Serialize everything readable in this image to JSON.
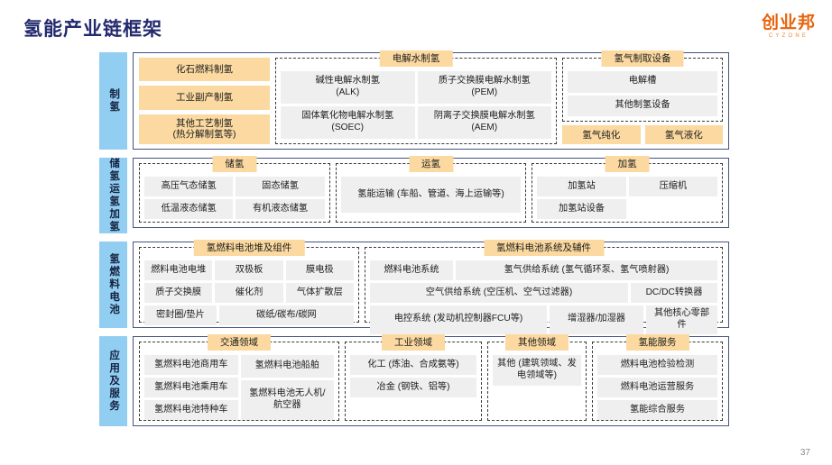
{
  "header": {
    "title": "氢能产业链框架",
    "logo_cn": "创业邦",
    "logo_en": "CYZONE",
    "page_number": "37",
    "title_color": "#232a6d",
    "logo_color": "#e8640c"
  },
  "palette": {
    "band_blue": "#92cdf2",
    "title_tag_orange": "#fbd9a0",
    "cell_gray": "#efeff0",
    "frame_border": "#44547f"
  },
  "rows": [
    {
      "label": "制氢",
      "left_chips": [
        "化石燃料制氢",
        "工业副产制氢",
        "其他工艺制氢\n(热分解制氢等)"
      ],
      "groups": [
        {
          "title": "电解水制氢",
          "cells": [
            "碱性电解水制氢\n(ALK)",
            "质子交换膜电解水制氢\n(PEM)",
            "固体氧化物电解水制氢\n(SOEC)",
            "阴离子交换膜电解水制氢\n(AEM)"
          ]
        },
        {
          "title": "氢气制取设备",
          "cells": [
            "电解槽",
            "其他制氢设备"
          ],
          "bottom_chips": [
            "氢气纯化",
            "氢气液化"
          ]
        }
      ]
    },
    {
      "label": "储氢运氢加氢",
      "groups": [
        {
          "title": "储氢",
          "cells": [
            "高压气态储氢",
            "固态储氢",
            "低温液态储氢",
            "有机液态储氢"
          ]
        },
        {
          "title": "运氢",
          "cells": [
            "氢能运输 (车船、管道、海上运输等)"
          ]
        },
        {
          "title": "加氢",
          "cells": [
            "加氢站",
            "压缩机",
            "加氢站设备",
            ""
          ]
        }
      ]
    },
    {
      "label": "氢燃料电池",
      "groups": [
        {
          "title": "氢燃料电池堆及组件",
          "lines": [
            [
              "燃料电池电堆",
              "双极板",
              "膜电极"
            ],
            [
              "质子交换膜",
              "催化剂",
              "气体扩散层"
            ],
            [
              "密封圈/垫片",
              "碳纸/碳布/碳网",
              ""
            ]
          ]
        },
        {
          "title": "氢燃料电池系统及辅件",
          "lines": [
            [
              "燃料电池系统",
              "氢气供给系统 (氢气循环泵、氢气喷射器)"
            ],
            [
              "空气供给系统 (空压机、空气过滤器)",
              "DC/DC转换器"
            ],
            [
              "电控系统 (发动机控制器FCU等)",
              "增湿器/加湿器",
              "其他核心零部件"
            ]
          ]
        }
      ]
    },
    {
      "label": "应用及服务",
      "groups": [
        {
          "title": "交通领域",
          "columns": [
            [
              "氢燃料电池商用车",
              "氢燃料电池乘用车",
              "氢燃料电池特种车"
            ],
            [
              "氢燃料电池船舶",
              "氢燃料电池无人机/航空器"
            ]
          ]
        },
        {
          "title": "工业领域",
          "cells": [
            "化工 (炼油、合成氨等)",
            "冶金 (钢铁、铝等)"
          ]
        },
        {
          "title": "其他领域",
          "cells": [
            "其他 (建筑领域、发电领域等)"
          ]
        },
        {
          "title": "氢能服务",
          "cells": [
            "燃料电池检验检测",
            "燃料电池运营服务",
            "氢能综合服务"
          ]
        }
      ]
    }
  ]
}
